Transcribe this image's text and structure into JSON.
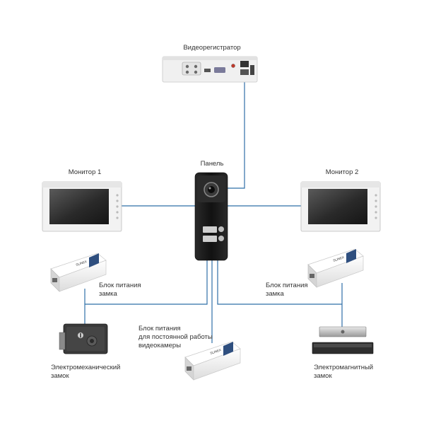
{
  "labels": {
    "dvr": "Видеорегистратор",
    "panel": "Панель",
    "monitor1": "Монитор 1",
    "monitor2": "Монитор 2",
    "psu_left": [
      "Блок питания",
      "замка"
    ],
    "psu_right": [
      "Блок питания",
      "замка"
    ],
    "psu_camera": [
      "Блок питания",
      "для постоянной работы",
      "видеокамеры"
    ],
    "lock_mech": [
      "Электромеханический",
      "замок"
    ],
    "lock_mag": [
      "Электромагнитный",
      "замок"
    ]
  },
  "device_text": {
    "psu_brand": "SLINEX"
  },
  "colors": {
    "wire": "#2f6fa8",
    "monitor_frame": "#f2f2f2",
    "monitor_screen": "#2b2b2b",
    "panel_body": "#1c1c1c",
    "psu_body": "#f3f3f3",
    "dvr_body": "#f0f0f0"
  }
}
